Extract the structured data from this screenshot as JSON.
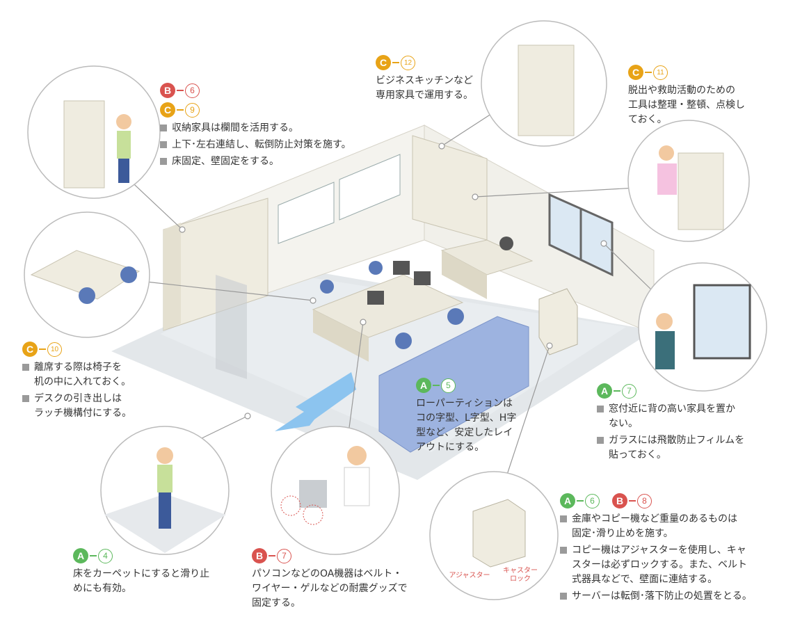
{
  "colors": {
    "A": "#5cb85c",
    "B": "#d9534f",
    "C": "#e8a317"
  },
  "callouts": {
    "c12": {
      "letter": "C",
      "num": "12",
      "text": "ビジネスキッチンなど\n専用家具で運用する。"
    },
    "c11": {
      "letter": "C",
      "num": "11",
      "text": "脱出や救助活動のための\n工具は整理・整頓、点検し\nておく。"
    },
    "b6c9": {
      "codes": [
        {
          "letter": "B",
          "num": "6"
        },
        {
          "letter": "C",
          "num": "9"
        }
      ],
      "bullets": [
        "収納家具は欄間を活用する。",
        "上下･左右連結し、転倒防止対策を施す。",
        "床固定、壁固定をする。"
      ]
    },
    "c10": {
      "letter": "C",
      "num": "10",
      "bullets": [
        "離席する際は椅子を\n机の中に入れておく。",
        "デスクの引き出しは\nラッチ機構付にする。"
      ]
    },
    "a5": {
      "letter": "A",
      "num": "5",
      "text": "ローパーティションは\nコの字型、L字型、H字\n型など、安定したレイ\nアウトにする。"
    },
    "a7": {
      "letter": "A",
      "num": "7",
      "bullets": [
        "窓付近に背の高い家具を置か\nない。",
        "ガラスには飛散防止フィルムを\n貼っておく。"
      ]
    },
    "a4": {
      "letter": "A",
      "num": "4",
      "text": "床をカーペットにすると滑り止\nめにも有効。"
    },
    "b7": {
      "letter": "B",
      "num": "7",
      "text": "パソコンなどのOA機器はベルト・\nワイヤー・ゲルなどの耐震グッズで\n固定する。"
    },
    "a6b8": {
      "codes": [
        {
          "letter": "A",
          "num": "6"
        },
        {
          "letter": "B",
          "num": "8"
        }
      ],
      "bullets": [
        "金庫やコピー機など重量のあるものは\n固定･滑り止めを施す。",
        "コピー機はアジャスターを使用し、キャ\nスターは必ずロックする。また、ベルト\n式器具などで、壁面に連結する。",
        "サーバーは転倒･落下防止の処置をとる。"
      ]
    }
  },
  "illustration_labels": {
    "adjuster": "アジャスター",
    "caster_lock_1": "キャスター",
    "caster_lock_2": "ロック"
  }
}
